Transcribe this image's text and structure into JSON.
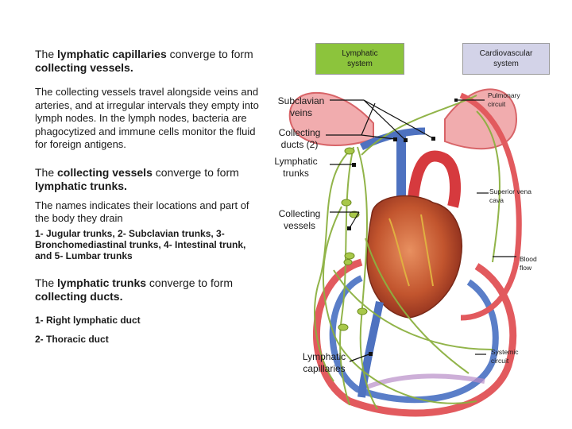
{
  "text": {
    "p1_pre": "The ",
    "p1_bold": "lymphatic capillaries",
    "p1_mid": " converge to form ",
    "p1_bold2": "collecting vessels.",
    "p2": "The collecting vessels travel alongside veins and arteries, and at irregular intervals they empty into lymph nodes. In the lymph nodes, bacteria are phagocytized and immune cells monitor the fluid for foreign antigens.",
    "p3_pre": "The ",
    "p3_bold": "collecting vessels",
    "p3_mid": " converge to form ",
    "p3_bold2": "lymphatic trunks.",
    "p4": "The names indicates their locations and part of the body they drain",
    "p5": "1- Jugular trunks, 2- Subclavian trunks, 3- Bronchomediastinal trunks, 4- Intestinal trunk, and  5- Lumbar trunks",
    "p6_pre": "The ",
    "p6_bold": "lymphatic trunks",
    "p6_mid": " converge to form ",
    "p6_bold2": "collecting ducts.",
    "duct1": "1- Right lymphatic duct",
    "duct2": "2- Thoracic duct"
  },
  "legend": {
    "lymphatic": "Lymphatic system",
    "cardio": "Cardiovascular system",
    "lymphatic_color": "#8cc43c",
    "cardio_color": "#d3d3e8"
  },
  "labels": {
    "subclavian": "Subclavian veins",
    "ducts": "Collecting ducts (2)",
    "trunks": "Lymphatic trunks",
    "vessels": "Collecting vessels",
    "capillaries": "Lymphatic capillaries",
    "pulmonary": "Pulmonary circuit",
    "svc": "Superior vena cava",
    "blood": "Blood flow",
    "systemic": "Systemic circuit"
  }
}
